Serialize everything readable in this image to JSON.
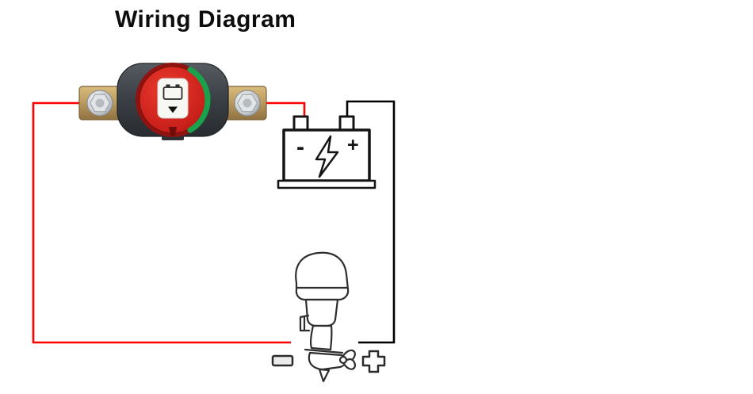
{
  "title": "Wiring Diagram",
  "colors": {
    "background": "#ffffff",
    "negative_wire": "#ff0000",
    "positive_wire": "#000000",
    "switch_body": "#3a3f45",
    "switch_knob": "#c9201b",
    "switch_indicator_green": "#19a24b",
    "terminal_brass": "#b8995f",
    "line_art": "#141414"
  },
  "components": {
    "switch": {
      "name": "battery-disconnect-switch"
    },
    "battery": {
      "negative_label": "-",
      "positive_label": "+"
    },
    "motor": {
      "name": "outboard-motor",
      "negative_symbol": "-",
      "positive_symbol": "+"
    }
  }
}
